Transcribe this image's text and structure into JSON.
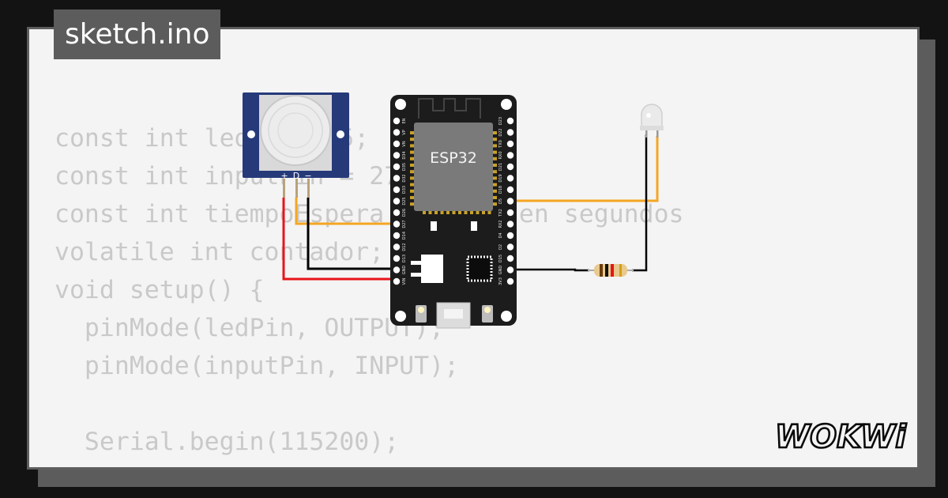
{
  "file_tab": {
    "name": "sketch.ino"
  },
  "code_lines": [
    "const int ledPin = 5;",
    "const int inputPin = 27;",
    "const int tiempoEspera = 5; // en segundos",
    "volatile int contador;",
    "void setup() {",
    "  pinMode(ledPin, OUTPUT);",
    "  pinMode(inputPin, INPUT);",
    "",
    "  Serial.begin(115200);",
    "}"
  ],
  "board": {
    "label": "ESP32",
    "left_pins": [
      "EN",
      "VP",
      "VN",
      "D34",
      "D35",
      "D32",
      "D33",
      "D25",
      "D26",
      "D27",
      "D14",
      "D12",
      "D13",
      "GND",
      "VIN"
    ],
    "right_pins": [
      "D23",
      "D22",
      "TX0",
      "RX0",
      "D21",
      "D19",
      "D18",
      "D5",
      "TX2",
      "RX2",
      "D4",
      "D2",
      "D15",
      "GND",
      "3V3"
    ]
  },
  "pir_sensor": {
    "pin_labels": [
      "+",
      "D",
      "−"
    ]
  },
  "brand": {
    "logo_text": "WOKWi"
  },
  "colors": {
    "background": "#131313",
    "card": "#f4f4f4",
    "tab": "#5c5c5c",
    "code_text": "#c9c9c9",
    "wire_signal": "#f5a623",
    "wire_power": "#e8141a",
    "wire_ground": "#000000",
    "board": "#1c1c1c",
    "pir_frame": "#263a7a"
  }
}
